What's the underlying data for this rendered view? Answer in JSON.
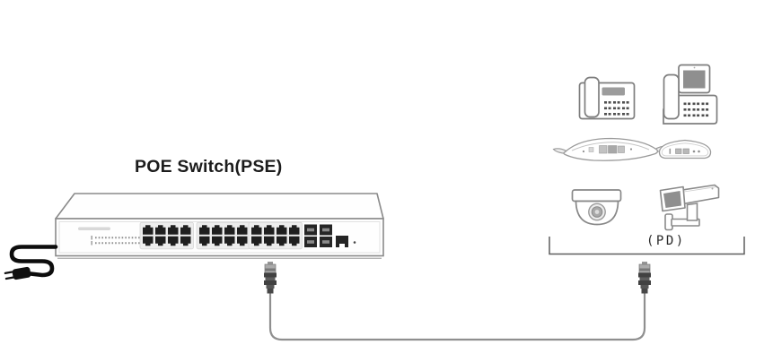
{
  "labels": {
    "switch": "POE Switch(PSE)",
    "pd_group": "(PD)"
  },
  "icons": [
    "poe-switch-icon",
    "power-plug-icon",
    "ethernet-cable-icon",
    "rj45-connector-icon",
    "desk-ip-phone-icon",
    "video-ip-phone-icon",
    "conference-phone-icon",
    "wireless-access-point-icon",
    "dome-camera-icon",
    "bullet-camera-icon",
    "pd-bracket-icon"
  ],
  "switch": {
    "rj45_ports": 24,
    "port_groups": 3,
    "sfp_modules": 4,
    "uplink_ports": 1
  },
  "colors": {
    "background": "#ffffff",
    "outline_gray": "#8a8a8a",
    "device_gray": "#7e7e7e",
    "port_dark": "#1f1f1f",
    "cord_black": "#0d0d0d",
    "cable_gray": "#8f8f8f",
    "text": "#1c1c1c"
  }
}
